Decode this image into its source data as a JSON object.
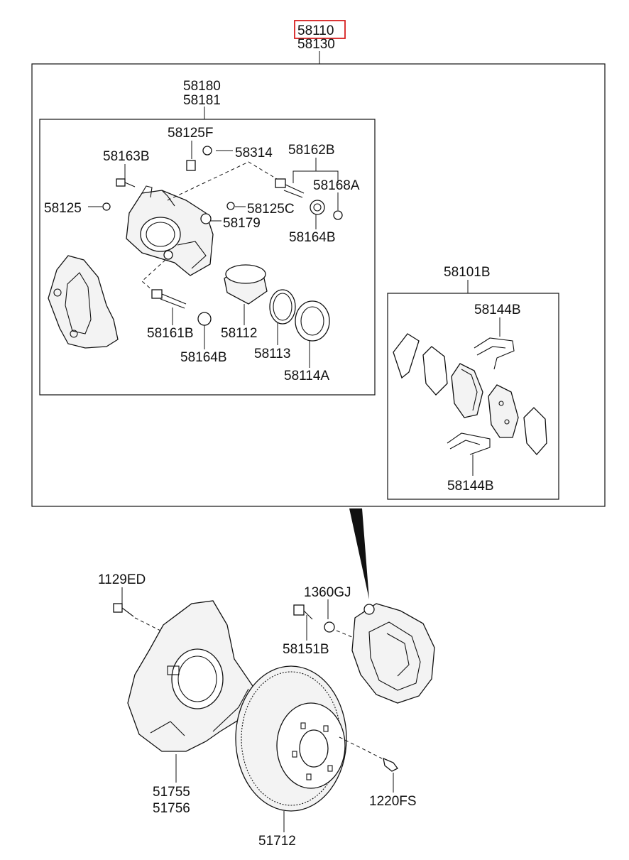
{
  "highlight_color": "#d62020",
  "labels": {
    "p58110": "58110",
    "p58130": "58130",
    "p58180": "58180",
    "p58181": "58181",
    "p58125F": "58125F",
    "p58163B": "58163B",
    "p58314": "58314",
    "p58162B": "58162B",
    "p58168A": "58168A",
    "p58125": "58125",
    "p58125C": "58125C",
    "p58179": "58179",
    "p58164B_top": "58164B",
    "p58161B": "58161B",
    "p58112": "58112",
    "p58113": "58113",
    "p58114A": "58114A",
    "p58164B_bottom": "58164B",
    "p58101B": "58101B",
    "p58144B_top": "58144B",
    "p58144B_bottom": "58144B",
    "p1129ED": "1129ED",
    "p1360GJ": "1360GJ",
    "p58151B": "58151B",
    "p51755": "51755",
    "p51756": "51756",
    "p1220FS": "1220FS",
    "p51712": "51712"
  }
}
